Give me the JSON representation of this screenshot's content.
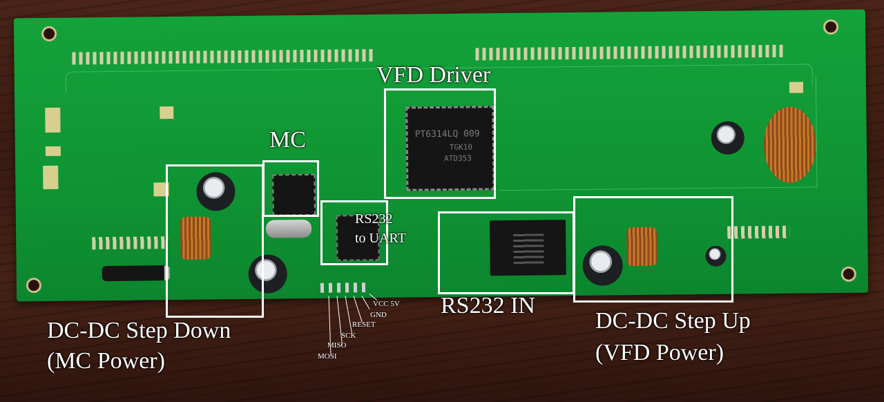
{
  "labels": {
    "vfd_driver": "VFD Driver",
    "mc": "MC",
    "rs232_to_uart_line1": "RS232",
    "rs232_to_uart_line2": "to UART",
    "rs232_in": "RS232 IN",
    "step_down_line1": "DC-DC Step Down",
    "step_down_line2": "(MC Power)",
    "step_up_line1": "DC-DC Step Up",
    "step_up_line2": "(VFD Power)"
  },
  "pins": [
    "VCC 5V",
    "GND",
    "RESET",
    "SCK",
    "MISO",
    "MOSI"
  ],
  "chip_marking": {
    "line1": "PT6314LQ 009",
    "line2": "TGK10",
    "line3": "ATD353"
  },
  "colors": {
    "pcb": "#129d37",
    "annotation": "#ffffff",
    "wood": "#3a1a12"
  }
}
